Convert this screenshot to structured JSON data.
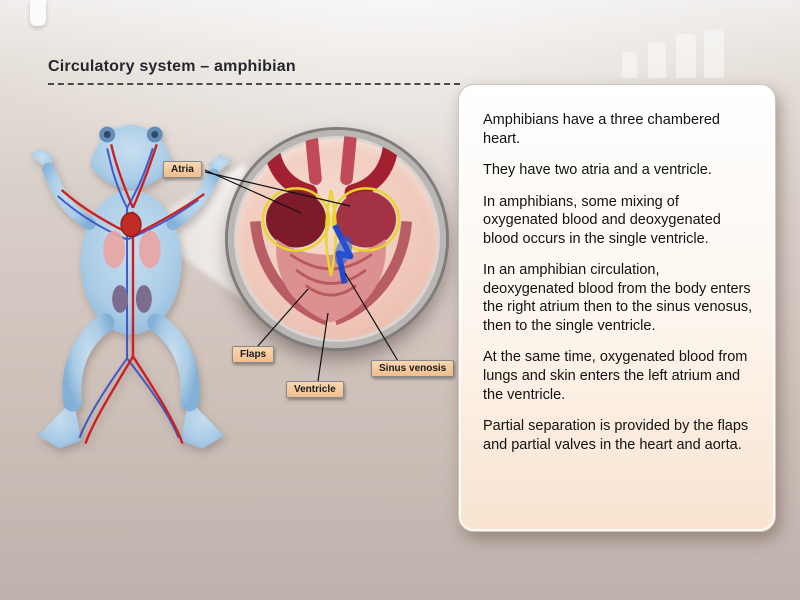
{
  "title": "Circulatory system – amphibian",
  "labels": {
    "atria": "Atria",
    "flaps": "Flaps",
    "ventricle": "Ventricle",
    "sinus_venosis": "Sinus venosis"
  },
  "panel": {
    "paragraphs": [
      "Amphibians have a three chambered heart.",
      "They have two atria and a ventricle.",
      "In amphibians, some mixing of oxygenated blood and deoxygenated blood occurs in the single ventricle.",
      "In an amphibian circulation, deoxygenated blood from the body enters the right atrium then to the sinus venosus, then to the single ventricle.",
      "At the same time, oxygenated blood from lungs and skin enters the left atrium and the ventricle.",
      "Partial separation is provided by the flaps and partial valves in the heart and aorta."
    ]
  },
  "colors": {
    "label_background": "#f5c493",
    "artery_red": "#cc1414",
    "vein_blue": "#2a46c8",
    "frog_blue": "#a9cde9",
    "panel_background": "#fdf3e8",
    "heart_maroon": "#8e1e2e",
    "highlight_yellow": "#e9d52c"
  }
}
